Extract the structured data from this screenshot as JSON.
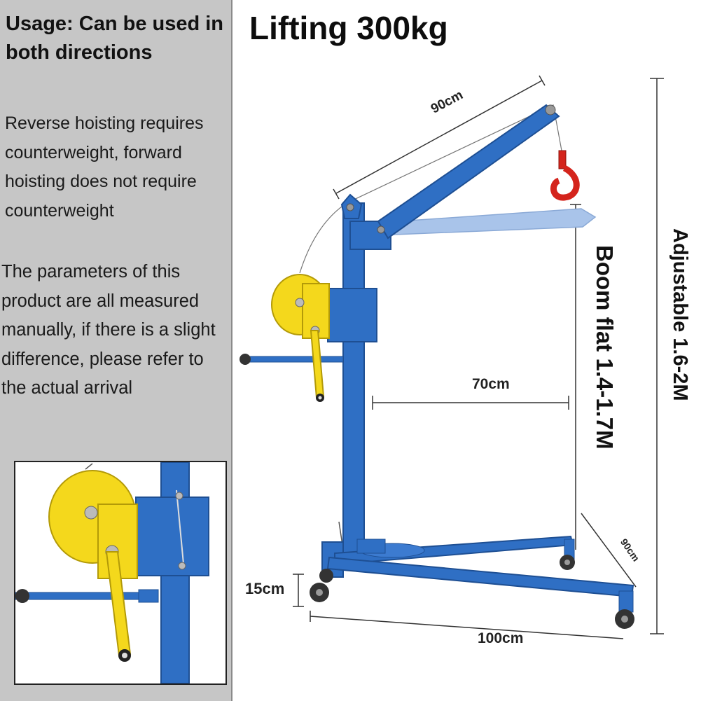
{
  "left_panel": {
    "usage_title": "Usage: Can be used in both directions",
    "reverse_note": "Reverse hoisting requires counterweight, forward hoisting does not require counterweight",
    "params_note": "The parameters of this product are all measured manually, if there is a slight difference, please refer to the actual arrival"
  },
  "title": "Lifting 300kg",
  "dimensions": {
    "boom_length": "90cm",
    "base_inner_width": "70cm",
    "wheel_height": "15cm",
    "base_length": "100cm",
    "leg_length": "90cm",
    "boom_flat_height": "Boom flat 1.4-1.7M",
    "adjustable_height": "Adjustable 1.6-2M"
  },
  "colors": {
    "frame_blue": "#2f6fc4",
    "winch_yellow": "#f4d81c",
    "hook_red": "#d4241c",
    "panel_gray": "#c6c6c6"
  }
}
